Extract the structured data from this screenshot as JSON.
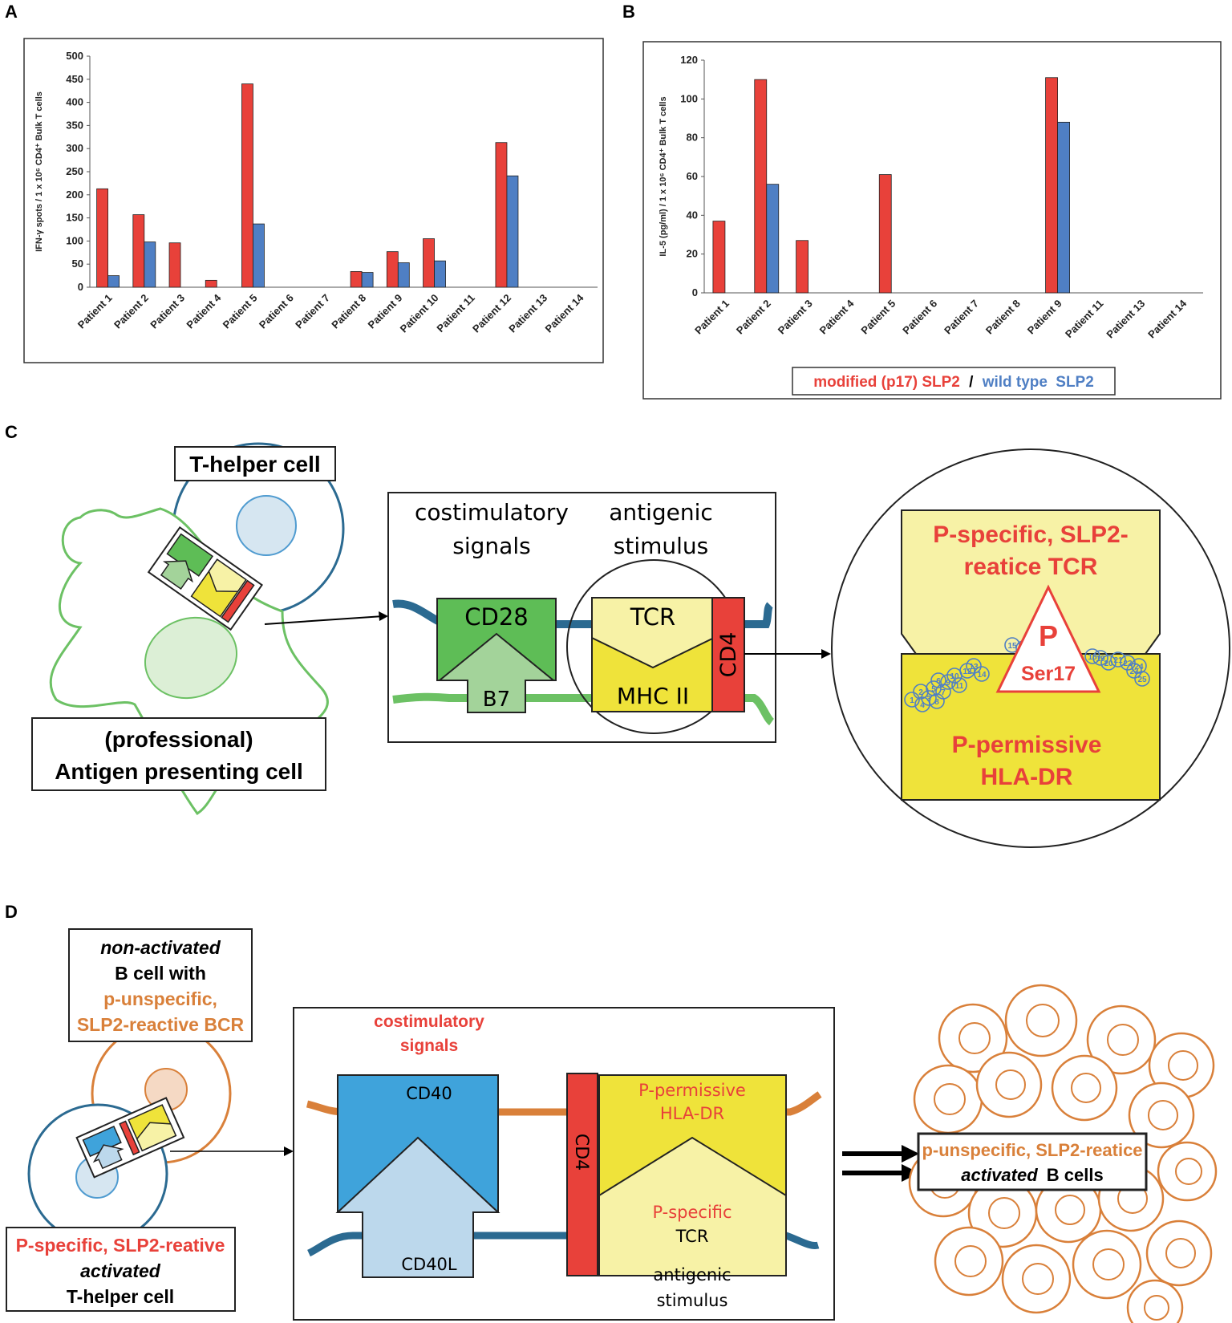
{
  "colors": {
    "red": "#e8413a",
    "blue": "#4f7fc4",
    "green": "#5ebd56",
    "light_green": "#a3d39a",
    "dark_green_outline": "#6cc164",
    "yellow": "#efe33a",
    "light_yellow": "#f7f2a6",
    "steel_blue": "#2b6a91",
    "orange": "#d9803a",
    "cd40": "#3fa3db",
    "cd40l": "#bcd8ec"
  },
  "panels": {
    "a": "A",
    "b": "B",
    "c": "C",
    "d": "D"
  },
  "chart_data": [
    {
      "type": "bar",
      "ylabel": "IFN-γ spots / 1 x 10⁶ CD4⁺ Bulk T cells",
      "ylim": [
        0,
        500
      ],
      "yticks": [
        0,
        50,
        100,
        150,
        200,
        250,
        300,
        350,
        400,
        450,
        500
      ],
      "categories": [
        "Patient 1",
        "Patient 2",
        "Patient 3",
        "Patient 4",
        "Patient 5",
        "Patient 6",
        "Patient 7",
        "Patient 8",
        "Patient 9",
        "Patient 10",
        "Patient 11",
        "Patient 12",
        "Patient 13",
        "Patient 14"
      ],
      "series": [
        {
          "values": [
            213,
            157,
            96,
            15,
            440,
            0,
            0,
            34,
            77,
            105,
            0,
            313,
            0,
            0
          ]
        },
        {
          "values": [
            25,
            98,
            0,
            0,
            137,
            0,
            0,
            32,
            53,
            57,
            0,
            241,
            0,
            0
          ]
        }
      ]
    },
    {
      "type": "bar",
      "ylabel": "IL-5 (pg/ml) / 1 x 10⁶ CD4⁺ Bulk T cells",
      "ylim": [
        0,
        120
      ],
      "yticks": [
        0,
        20,
        40,
        60,
        80,
        100,
        120
      ],
      "categories": [
        "Patient 1",
        "Patient 2",
        "Patient 3",
        "Patient 4",
        "Patient 5",
        "Patient 6",
        "Patient 7",
        "Patient 8",
        "Patient 9",
        "Patient 11",
        "Patient 13",
        "Patient 14"
      ],
      "series": [
        {
          "values": [
            37,
            110,
            27,
            0,
            61,
            0,
            0,
            0,
            111,
            0,
            0,
            0
          ]
        },
        {
          "values": [
            0,
            56,
            0,
            0,
            0,
            0,
            0,
            0,
            88,
            0,
            0,
            0
          ]
        }
      ],
      "legend": {
        "modified": "modified (p17) SLP2",
        "sep": "/",
        "wild": "wild type",
        "wild_suffix": "SLP2"
      }
    }
  ],
  "panel_c": {
    "t_helper": "T-helper cell",
    "apc_1": "(professional)",
    "apc_2": "Antigen presenting cell",
    "costim_1": "costimulatory",
    "costim_2": "signals",
    "antigen_1": "antigenic",
    "antigen_2": "stimulus",
    "cd28": "CD28",
    "b7": "B7",
    "tcr": "TCR",
    "mhc": "MHC II",
    "cd4": "CD4",
    "tcr_zoom_1": "P-specific, SLP2-",
    "tcr_zoom_2": "reatice TCR",
    "p": "P",
    "ser17": "Ser17",
    "hla_1": "P-permissive",
    "hla_2": "HLA-DR",
    "residues_left": [
      "1",
      "2",
      "3",
      "4",
      "5",
      "6",
      "7",
      "8",
      "9",
      "10",
      "11",
      "12",
      "13",
      "14"
    ],
    "residues_right": [
      "18",
      "19",
      "20",
      "21",
      "22",
      "23",
      "24",
      "25"
    ],
    "residue_15": "15",
    "residue_16": "16"
  },
  "panel_d": {
    "b_cell_1": "non-activated",
    "b_cell_2": "B cell with",
    "b_cell_3": "p-unspecific,",
    "b_cell_4": "SLP2-reactive BCR",
    "t_cell_1": "P-specific, SLP2-reative",
    "t_cell_2": "activated",
    "t_cell_3": "T-helper cell",
    "costim_1": "costimulatory",
    "costim_2": "signals",
    "cd40": "CD40",
    "cd40l": "CD40L",
    "cd4": "CD4",
    "hla_1": "P-permissive",
    "hla_2": "HLA-DR",
    "tcr_1": "P-specific",
    "tcr_2": "TCR",
    "antigen_1": "antigenic",
    "antigen_2": "stimulus",
    "result_1": "p-unspecific, SLP2-reatice",
    "result_2": "activated",
    "result_3": "B cells"
  }
}
